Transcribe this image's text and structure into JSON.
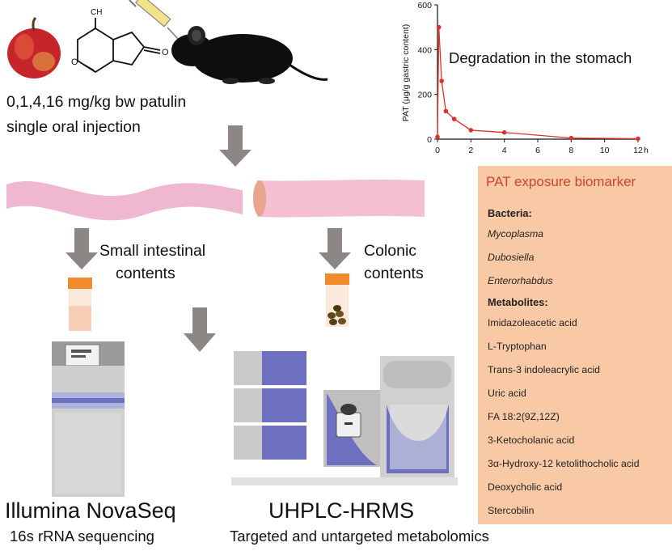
{
  "top": {
    "dose_line1": "0,1,4,16 mg/kg bw patulin",
    "dose_line2": "single oral injection",
    "molecule_ch_label": "CH"
  },
  "chart_data": {
    "type": "line",
    "x": [
      0,
      0.08,
      0.25,
      0.5,
      1,
      2,
      4,
      8,
      12
    ],
    "series": [
      {
        "values": [
          10,
          500,
          260,
          125,
          90,
          40,
          30,
          5,
          2
        ]
      }
    ],
    "annotation": "Degradation in the stomach",
    "ylabel": "PAT (μg/g gastric content)",
    "xlabel": "h",
    "xlim": [
      0,
      12
    ],
    "ylim": [
      0,
      600
    ],
    "x_ticks": [
      "0",
      "2",
      "4",
      "6",
      "8",
      "10",
      "12"
    ],
    "y_ticks": [
      "0",
      "200",
      "400",
      "600"
    ],
    "color": "#d9342b"
  },
  "flow": {
    "small_intestinal": "Small intestinal",
    "small_intestinal_2": "contents",
    "colonic": "Colonic",
    "colonic_2": "contents"
  },
  "instruments": {
    "left_title": "Illumina NovaSeq",
    "left_sub": "16s rRNA sequencing",
    "right_title": "UHPLC-HRMS",
    "right_sub": "Targeted and untargeted metabolomics"
  },
  "biomarker_panel": {
    "title": "PAT exposure biomarker",
    "bacteria_head": "Bacteria:",
    "bacteria": [
      "Mycoplasma",
      "Dubosiella",
      "Enterorhabdus"
    ],
    "metabolites_head": "Metabolites:",
    "metabolites": [
      "Imidazoleacetic acid",
      "L-Tryptophan",
      "Trans-3 indoleacrylic acid",
      "Uric acid",
      "FA 18:2(9Z,12Z)",
      "3-Ketocholanic acid",
      "3α-Hydroxy-12 ketolithocholic acid",
      "Deoxycholic acid",
      "Stercobilin"
    ]
  },
  "colors": {
    "arrow": "#8c8784",
    "intestine": "#f0b8d0",
    "panel": "#f9c9a6",
    "panel_title": "#c9452b",
    "instrument_blue": "#6d6fc0",
    "instrument_grey": "#c6c6c6"
  }
}
